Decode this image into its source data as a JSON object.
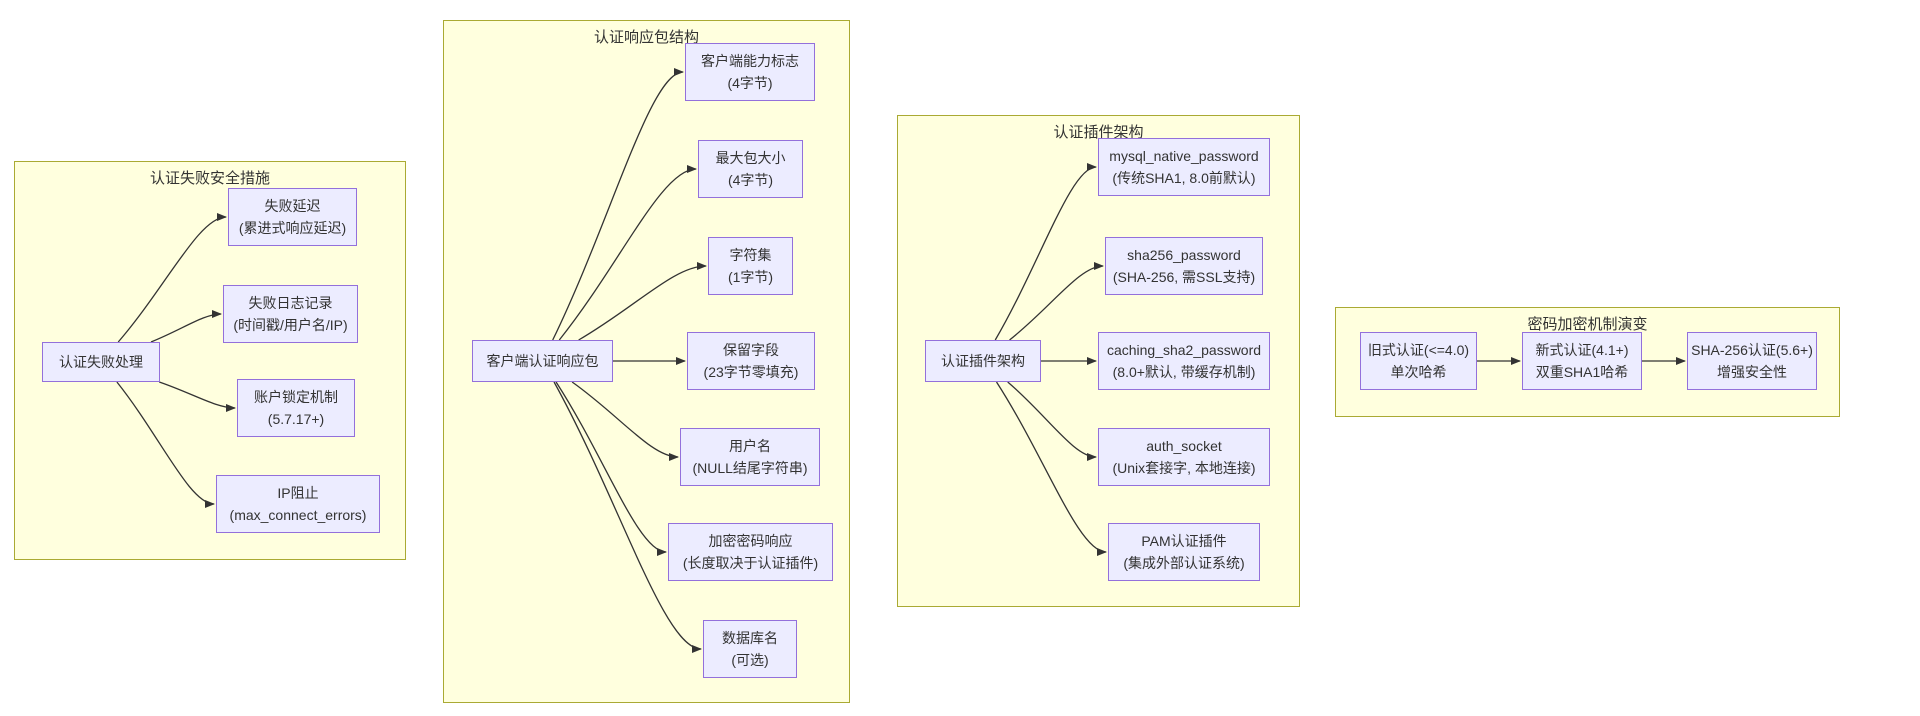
{
  "diagram": {
    "type": "flowchart",
    "colors": {
      "background": "#ffffff",
      "cluster_fill": "#ffffde",
      "cluster_border": "#aaaa33",
      "node_fill": "#ececff",
      "node_border": "#9370db",
      "edge": "#333333",
      "text": "#333333"
    },
    "groups": [
      {
        "id": "auth-failure-security",
        "title": "认证失败安全措施",
        "nodes": [
          {
            "id": "auth_fail",
            "lines": [
              "认证失败处理"
            ]
          },
          {
            "id": "delay",
            "lines": [
              "失败延迟",
              "(累进式响应延迟)"
            ]
          },
          {
            "id": "log",
            "lines": [
              "失败日志记录",
              "(时间戳/用户名/IP)"
            ]
          },
          {
            "id": "lock",
            "lines": [
              "账户锁定机制",
              "(5.7.17+)"
            ]
          },
          {
            "id": "ipblock",
            "lines": [
              "IP阻止",
              "(max_connect_errors)"
            ]
          }
        ],
        "edges": [
          [
            "auth_fail",
            "delay"
          ],
          [
            "auth_fail",
            "log"
          ],
          [
            "auth_fail",
            "lock"
          ],
          [
            "auth_fail",
            "ipblock"
          ]
        ]
      },
      {
        "id": "auth-response-packet",
        "title": "认证响应包结构",
        "nodes": [
          {
            "id": "resp_pkt",
            "lines": [
              "客户端认证响应包"
            ]
          },
          {
            "id": "cap_flags",
            "lines": [
              "客户端能力标志",
              "(4字节)"
            ]
          },
          {
            "id": "max_pkt",
            "lines": [
              "最大包大小",
              "(4字节)"
            ]
          },
          {
            "id": "charset",
            "lines": [
              "字符集",
              "(1字节)"
            ]
          },
          {
            "id": "reserved",
            "lines": [
              "保留字段",
              "(23字节零填充)"
            ]
          },
          {
            "id": "username",
            "lines": [
              "用户名",
              "(NULL结尾字符串)"
            ]
          },
          {
            "id": "enc_pwd",
            "lines": [
              "加密密码响应",
              "(长度取决于认证插件)"
            ]
          },
          {
            "id": "dbname",
            "lines": [
              "数据库名",
              "(可选)"
            ]
          }
        ],
        "edges": [
          [
            "resp_pkt",
            "cap_flags"
          ],
          [
            "resp_pkt",
            "max_pkt"
          ],
          [
            "resp_pkt",
            "charset"
          ],
          [
            "resp_pkt",
            "reserved"
          ],
          [
            "resp_pkt",
            "username"
          ],
          [
            "resp_pkt",
            "enc_pwd"
          ],
          [
            "resp_pkt",
            "dbname"
          ]
        ]
      },
      {
        "id": "auth-plugin-arch",
        "title": "认证插件架构",
        "nodes": [
          {
            "id": "plugin_arch",
            "lines": [
              "认证插件架构"
            ]
          },
          {
            "id": "native",
            "lines": [
              "mysql_native_password",
              "(传统SHA1, 8.0前默认)"
            ]
          },
          {
            "id": "sha256",
            "lines": [
              "sha256_password",
              "(SHA-256, 需SSL支持)"
            ]
          },
          {
            "id": "caching",
            "lines": [
              "caching_sha2_password",
              "(8.0+默认, 带缓存机制)"
            ]
          },
          {
            "id": "socket",
            "lines": [
              "auth_socket",
              "(Unix套接字, 本地连接)"
            ]
          },
          {
            "id": "pam",
            "lines": [
              "PAM认证插件",
              "(集成外部认证系统)"
            ]
          }
        ],
        "edges": [
          [
            "plugin_arch",
            "native"
          ],
          [
            "plugin_arch",
            "sha256"
          ],
          [
            "plugin_arch",
            "caching"
          ],
          [
            "plugin_arch",
            "socket"
          ],
          [
            "plugin_arch",
            "pam"
          ]
        ]
      },
      {
        "id": "password-encryption-evolution",
        "title": "密码加密机制演变",
        "nodes": [
          {
            "id": "old_auth",
            "lines": [
              "旧式认证(<=4.0)",
              "单次哈希"
            ]
          },
          {
            "id": "new_auth",
            "lines": [
              "新式认证(4.1+)",
              "双重SHA1哈希"
            ]
          },
          {
            "id": "sha256_auth",
            "lines": [
              "SHA-256认证(5.6+)",
              "增强安全性"
            ]
          }
        ],
        "edges": [
          [
            "old_auth",
            "new_auth"
          ],
          [
            "new_auth",
            "sha256_auth"
          ]
        ]
      }
    ]
  }
}
